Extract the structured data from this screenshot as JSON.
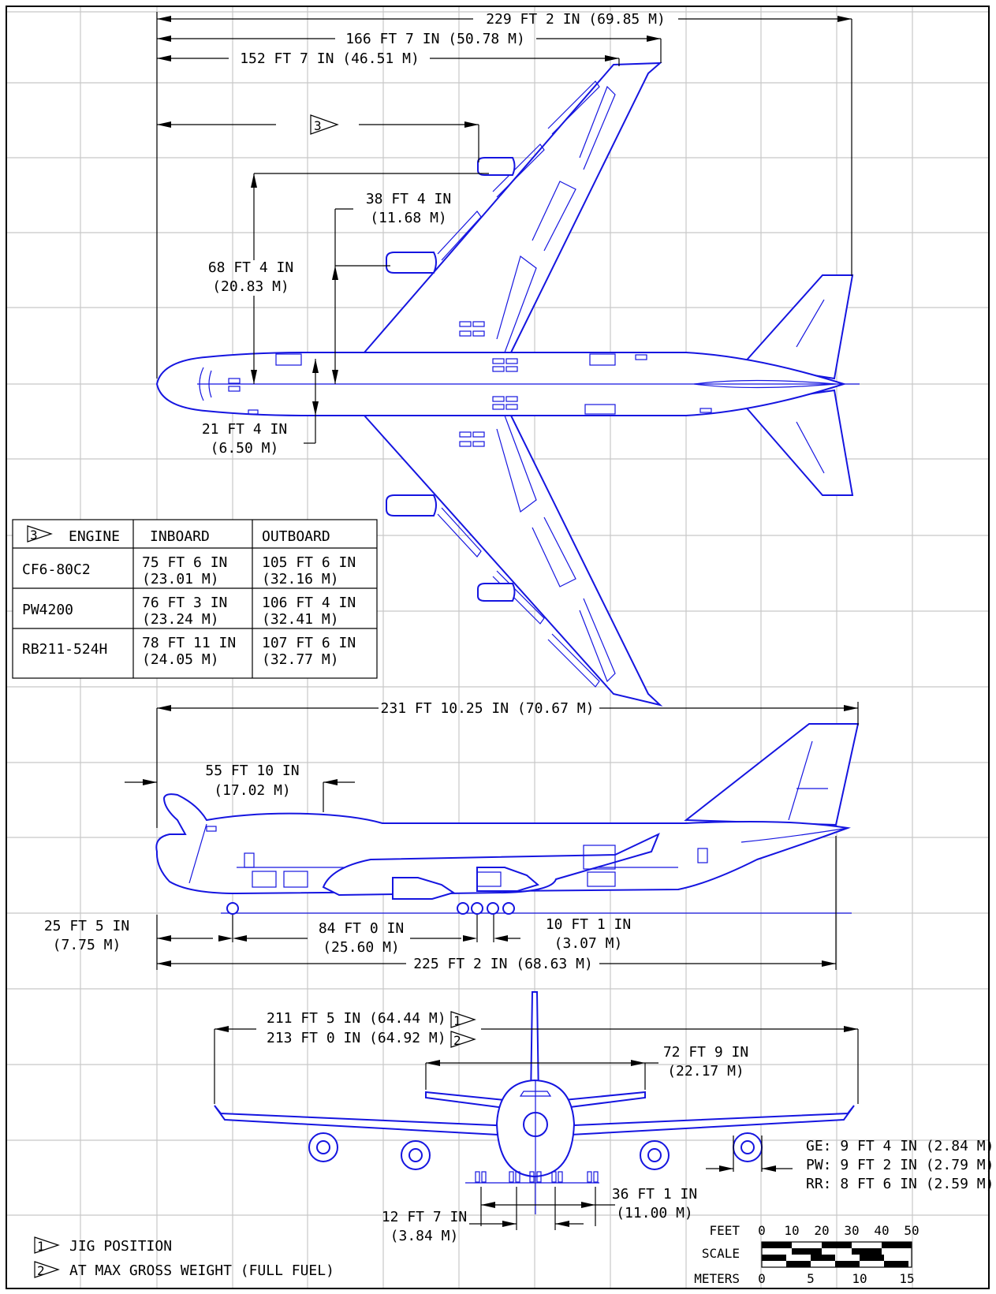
{
  "colors": {
    "aircraft": "#1515e0",
    "grid": "#c8c8c8",
    "text": "#000000"
  },
  "plan_view": {
    "overall_span": "229 FT 2 IN (69.85 M)",
    "span_mid": "166 FT 7 IN (50.78 M)",
    "span_short": "152 FT 7 IN (46.51 M)",
    "wing_root_a": "38 FT 4 IN",
    "wing_root_a_m": "(11.68 M)",
    "wing_root_b": "68 FT 4 IN",
    "wing_root_b_m": "(20.83 M)",
    "fuselage_width": "21 FT 4 IN",
    "fuselage_width_m": "(6.50 M)",
    "engine_note_marker": "3"
  },
  "engine_table": {
    "marker": "3",
    "headers": [
      "ENGINE",
      "INBOARD",
      "OUTBOARD"
    ],
    "rows": [
      {
        "engine": "CF6-80C2",
        "inboard_ft": "75 FT 6 IN",
        "inboard_m": "(23.01 M)",
        "outboard_ft": "105 FT 6 IN",
        "outboard_m": "(32.16 M)"
      },
      {
        "engine": "PW4200",
        "inboard_ft": "76 FT 3 IN",
        "inboard_m": "(23.24 M)",
        "outboard_ft": "106 FT 4 IN",
        "outboard_m": "(32.41 M)"
      },
      {
        "engine": "RB211-524H",
        "inboard_ft": "78 FT 11 IN",
        "inboard_m": "(24.05 M)",
        "outboard_ft": "107 FT 6 IN",
        "outboard_m": "(32.77 M)"
      }
    ]
  },
  "side_view": {
    "overall_length": "231 FT 10.25 IN (70.67 M)",
    "upper_deck": "55 FT 10 IN",
    "upper_deck_m": "(17.02 M)",
    "nose_gear": "25 FT 5 IN",
    "nose_gear_m": "(7.75 M)",
    "wheelbase": "84 FT 0 IN",
    "wheelbase_m": "(25.60 M)",
    "bogie": "10 FT 1 IN",
    "bogie_m": "(3.07 M)",
    "fuselage_length": "225 FT 2 IN (68.63 M)"
  },
  "front_view": {
    "span_jig": "211 FT 5 IN (64.44 M)",
    "span_jig_marker": "1",
    "span_mgw": "213 FT 0 IN (64.92 M)",
    "span_mgw_marker": "2",
    "tail_span": "72 FT 9 IN",
    "tail_span_m": "(22.17 M)",
    "engine_ge": "GE: 9 FT 4 IN (2.84 M)",
    "engine_pw": "PW: 9 FT 2 IN (2.79 M)",
    "engine_rr": "RR: 8 FT 6 IN (2.59 M)",
    "track": "36 FT 1 IN",
    "track_m": "(11.00 M)",
    "nose_track": "12 FT 7 IN",
    "nose_track_m": "(3.84 M)"
  },
  "notes": [
    {
      "marker": "1",
      "text": "JIG POSITION"
    },
    {
      "marker": "2",
      "text": "AT MAX GROSS WEIGHT (FULL FUEL)"
    }
  ],
  "scale": {
    "feet_label": "FEET",
    "feet_ticks": [
      "0",
      "10",
      "20",
      "30",
      "40",
      "50"
    ],
    "scale_label": "SCALE",
    "meters_label": "METERS",
    "meter_ticks": [
      "0",
      "5",
      "10",
      "15"
    ]
  }
}
